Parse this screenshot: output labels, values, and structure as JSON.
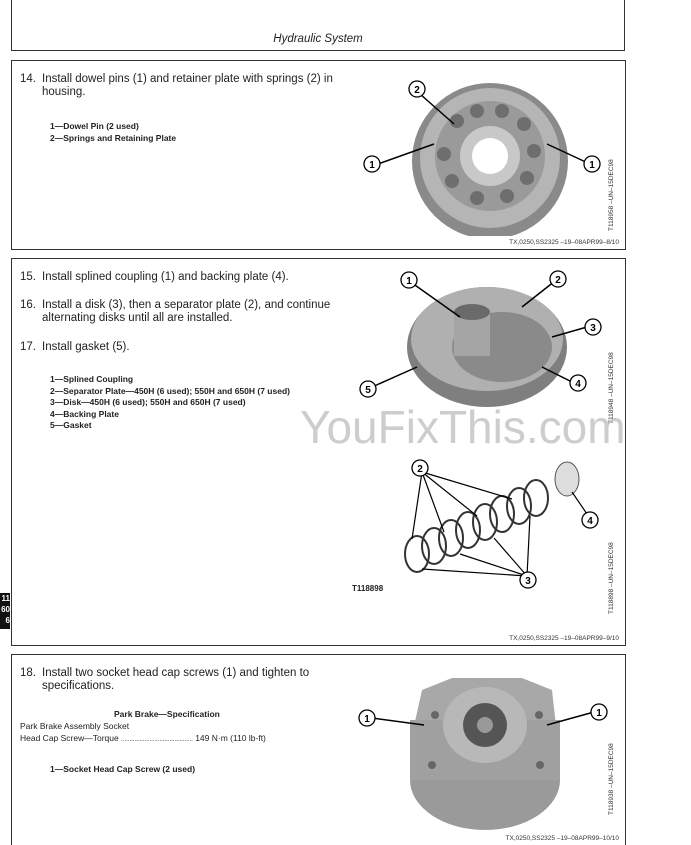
{
  "header": {
    "title": "Hydraulic System"
  },
  "side_tab": {
    "lines": [
      "11",
      "60",
      "6"
    ]
  },
  "watermark": "YouFixThis.com",
  "sections": [
    {
      "steps": [
        {
          "num": "14.",
          "text": "Install dowel pins (1) and retainer plate with springs (2) in housing."
        }
      ],
      "legend": [
        "1—Dowel Pin (2 used)",
        "2—Springs and Retaining Plate"
      ],
      "figure_id": "T118958 –UN–15DEC98",
      "callouts": [
        "1",
        "1",
        "2"
      ],
      "ref": "TX,0250,SS2325 –19–08APR99–8/10"
    },
    {
      "steps": [
        {
          "num": "15.",
          "text": "Install splined coupling (1) and backing plate (4)."
        },
        {
          "num": "16.",
          "text": "Install a disk (3), then a separator plate (2), and continue alternating disks until all are installed."
        },
        {
          "num": "17.",
          "text": "Install gasket (5)."
        }
      ],
      "legend": [
        "1—Splined Coupling",
        "2—Separator Plate—450H (6 used); 550H and 650H (7 used)",
        "3—Disk—450H (6 used); 550H and 650H (7 used)",
        "4—Backing Plate",
        "5—Gasket"
      ],
      "figure_id": "T118948 –UN–15DEC98",
      "figure2_id": "T118898 –UN–15DEC98",
      "figure2_tag": "T118898",
      "callouts": [
        "1",
        "2",
        "3",
        "4",
        "5"
      ],
      "callouts2": [
        "2",
        "3",
        "4"
      ],
      "ref": "TX,0250,SS2325 –19–08APR99–9/10"
    },
    {
      "steps": [
        {
          "num": "18.",
          "text": "Install two socket head cap screws (1) and tighten to specifications."
        }
      ],
      "spec": {
        "title": "Park Brake—Specification",
        "line1": "Park Brake Assembly Socket",
        "line2": "Head Cap Screw—Torque",
        "dots": "...........................................",
        "value": "149 N·m (110 lb-ft)"
      },
      "legend": [
        "1—Socket Head Cap Screw (2 used)"
      ],
      "figure_id": "T118938 –UN–15DEC98",
      "callouts": [
        "1",
        "1"
      ],
      "ref": "TX,0250,SS2325 –19–08APR99–10/10"
    }
  ]
}
